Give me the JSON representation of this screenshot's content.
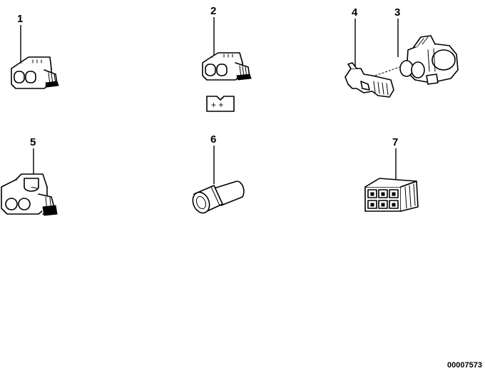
{
  "callouts": [
    {
      "id": "1",
      "label": "1"
    },
    {
      "id": "2",
      "label": "2"
    },
    {
      "id": "3",
      "label": "3"
    },
    {
      "id": "4",
      "label": "4"
    },
    {
      "id": "5",
      "label": "5"
    },
    {
      "id": "6",
      "label": "6"
    },
    {
      "id": "7",
      "label": "7"
    }
  ],
  "symbol_terminals": "+ +",
  "reference_code": "00007573",
  "colors": {
    "line": "#000000",
    "background": "#ffffff"
  }
}
